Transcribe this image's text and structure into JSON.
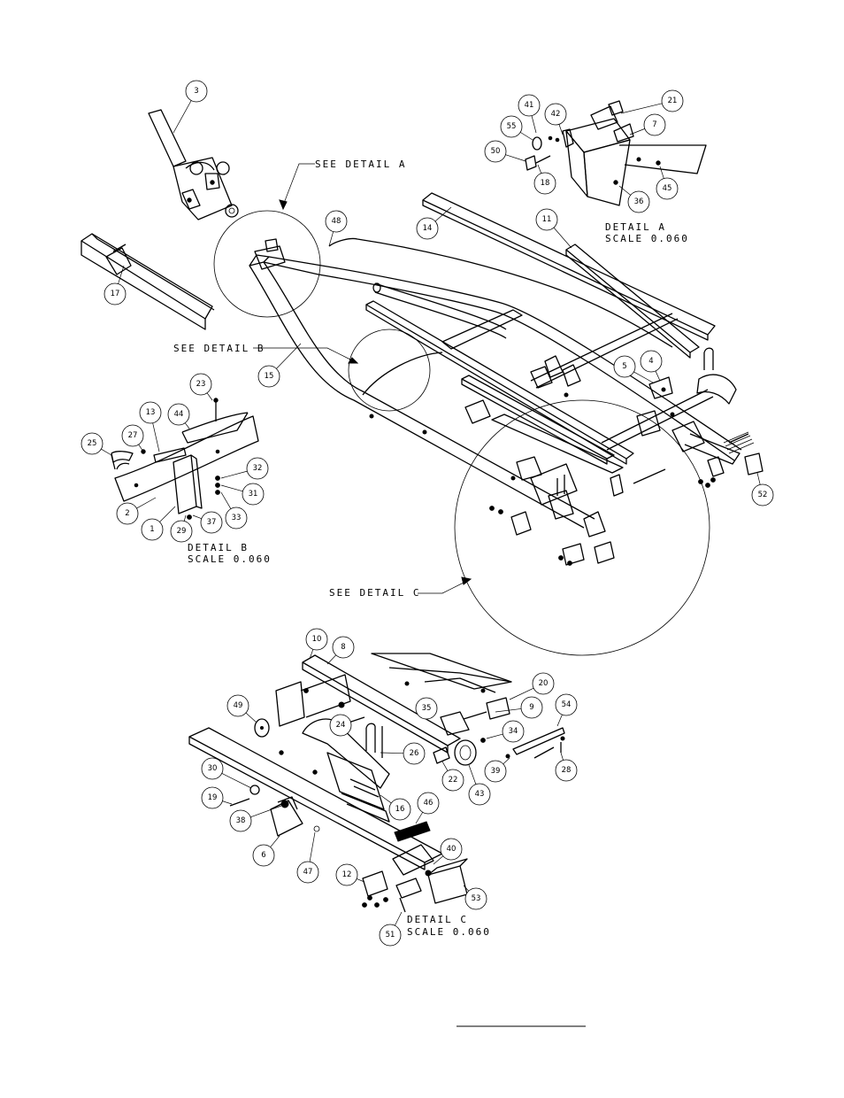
{
  "labels": {
    "see_detail_a": "SEE DETAIL  A",
    "see_detail_b": "SEE DETAIL  B",
    "see_detail_c": "SEE DETAIL  C",
    "detail_a": "DETAIL  A",
    "detail_a_scale": "SCALE  0.060",
    "detail_b": "DETAIL  B",
    "detail_b_scale": "SCALE  0.060",
    "detail_c": "DETAIL  C",
    "detail_c_scale": "SCALE  0.060"
  },
  "callouts": [
    {
      "id": "3"
    },
    {
      "id": "17"
    },
    {
      "id": "48"
    },
    {
      "id": "14"
    },
    {
      "id": "11"
    },
    {
      "id": "41"
    },
    {
      "id": "42"
    },
    {
      "id": "21"
    },
    {
      "id": "55"
    },
    {
      "id": "7"
    },
    {
      "id": "50"
    },
    {
      "id": "18"
    },
    {
      "id": "36"
    },
    {
      "id": "45"
    },
    {
      "id": "15"
    },
    {
      "id": "5"
    },
    {
      "id": "4"
    },
    {
      "id": "52"
    },
    {
      "id": "23"
    },
    {
      "id": "13"
    },
    {
      "id": "44"
    },
    {
      "id": "27"
    },
    {
      "id": "25"
    },
    {
      "id": "32"
    },
    {
      "id": "31"
    },
    {
      "id": "2"
    },
    {
      "id": "33"
    },
    {
      "id": "37"
    },
    {
      "id": "1"
    },
    {
      "id": "29"
    },
    {
      "id": "10"
    },
    {
      "id": "8"
    },
    {
      "id": "20"
    },
    {
      "id": "49"
    },
    {
      "id": "35"
    },
    {
      "id": "9"
    },
    {
      "id": "54"
    },
    {
      "id": "24"
    },
    {
      "id": "34"
    },
    {
      "id": "26"
    },
    {
      "id": "22"
    },
    {
      "id": "43"
    },
    {
      "id": "39"
    },
    {
      "id": "28"
    },
    {
      "id": "30"
    },
    {
      "id": "19"
    },
    {
      "id": "46"
    },
    {
      "id": "38"
    },
    {
      "id": "16"
    },
    {
      "id": "6"
    },
    {
      "id": "40"
    },
    {
      "id": "47"
    },
    {
      "id": "12"
    },
    {
      "id": "53"
    },
    {
      "id": "51"
    }
  ]
}
